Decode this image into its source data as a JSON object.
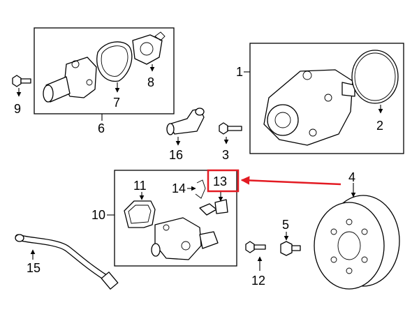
{
  "callouts": {
    "p1": "1",
    "p2": "2",
    "p3": "3",
    "p4": "4",
    "p5": "5",
    "p6": "6",
    "p7": "7",
    "p8": "8",
    "p9": "9",
    "p10": "10",
    "p11": "11",
    "p12": "12",
    "p13": "13",
    "p14": "14",
    "p15": "15",
    "p16": "16"
  },
  "highlight": {
    "part": "13",
    "color": "#e31b23"
  }
}
